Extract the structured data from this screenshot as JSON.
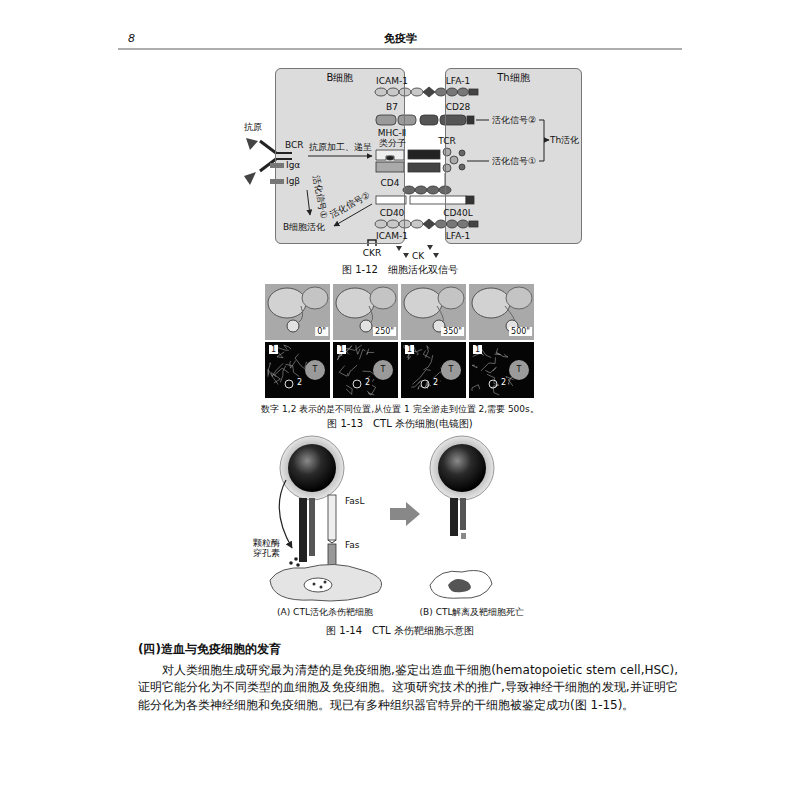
{
  "diagram": {
    "nodes": [
      {
        "text": [
          "B细胞"
        ]
      },
      {
        "text": [
          "Th细胞"
        ]
      }
    ],
    "labels": [
      "8",
      "免疫学",
      "ICAM-1",
      "LFA-1",
      "B7",
      "CD28",
      "MHC-Ⅱ 类分子",
      "TCR",
      "CD4",
      "CD40",
      "CD40L",
      "ICAM-1",
      "LFA-1",
      "抗原",
      "BCR",
      "Igα",
      "Igβ",
      "抗原加工、递呈",
      "活化信号①",
      "活化信号②",
      "B细胞活化",
      "活化信号②",
      "活化信号①",
      "Th活化",
      "CKR",
      "CK",
      "图 1-12　细胞活化双信号",
      "0\"",
      "250\"",
      "350\"",
      "500\"",
      "1",
      "2",
      "T",
      "1",
      "2",
      "T",
      "1",
      "2",
      "T",
      "1",
      "2",
      "T",
      "数字 1,2 表示的是不同位置,从位置 1 完全游走到位置 2,需要 500s。",
      "图 1-13　CTL 杀伤细胞(电镜图)",
      "FasL",
      "Fas",
      "颗粒酶 穿孔素",
      "(A) CTL活化杀伤靶细胞",
      "(B) CTL解离及靶细胞死亡",
      "图 1-14　CTL 杀伤靶细胞示意图",
      "(四)造血与免疫细胞的发育",
      "对人类细胞生成研究最为清楚的是免疫细胞,鉴定出造血干细胞(hematopoietic stem cell,HSC),证明它能分化为不同类型的血细胞及免疫细胞。这项研究技术的推广,导致神经干细胞的发现,并证明它能分化为各类神经细胞和免疫细胞。现已有多种组织器官特异的干细胞被鉴定成功(图 1-15)。"
    ]
  }
}
